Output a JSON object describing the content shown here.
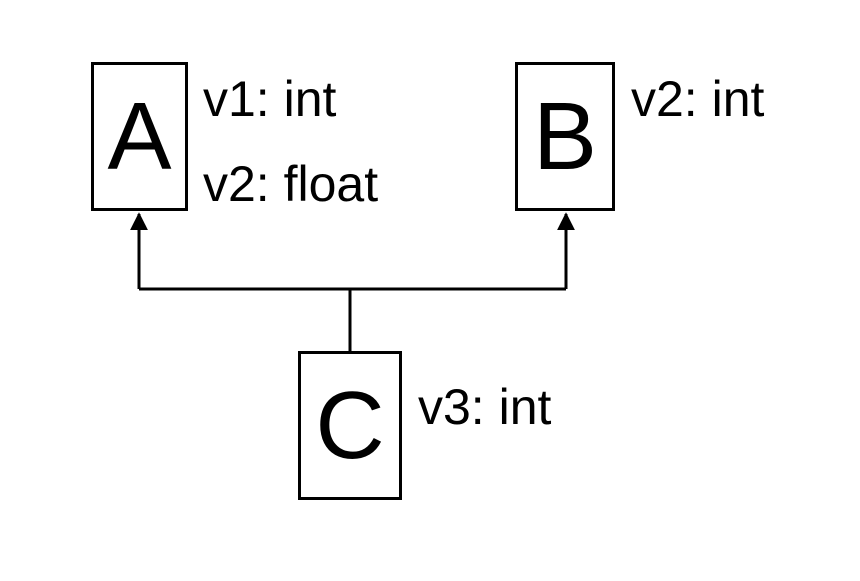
{
  "classes": {
    "a": {
      "name": "A",
      "fields": [
        "v1: int",
        "v2: float"
      ]
    },
    "b": {
      "name": "B",
      "fields": [
        "v2: int"
      ]
    },
    "c": {
      "name": "C",
      "fields": [
        "v3: int"
      ]
    }
  },
  "relations": [
    {
      "from": "C",
      "to": "A"
    },
    {
      "from": "C",
      "to": "B"
    }
  ],
  "colors": {
    "line": "#000000",
    "background": "#ffffff"
  }
}
